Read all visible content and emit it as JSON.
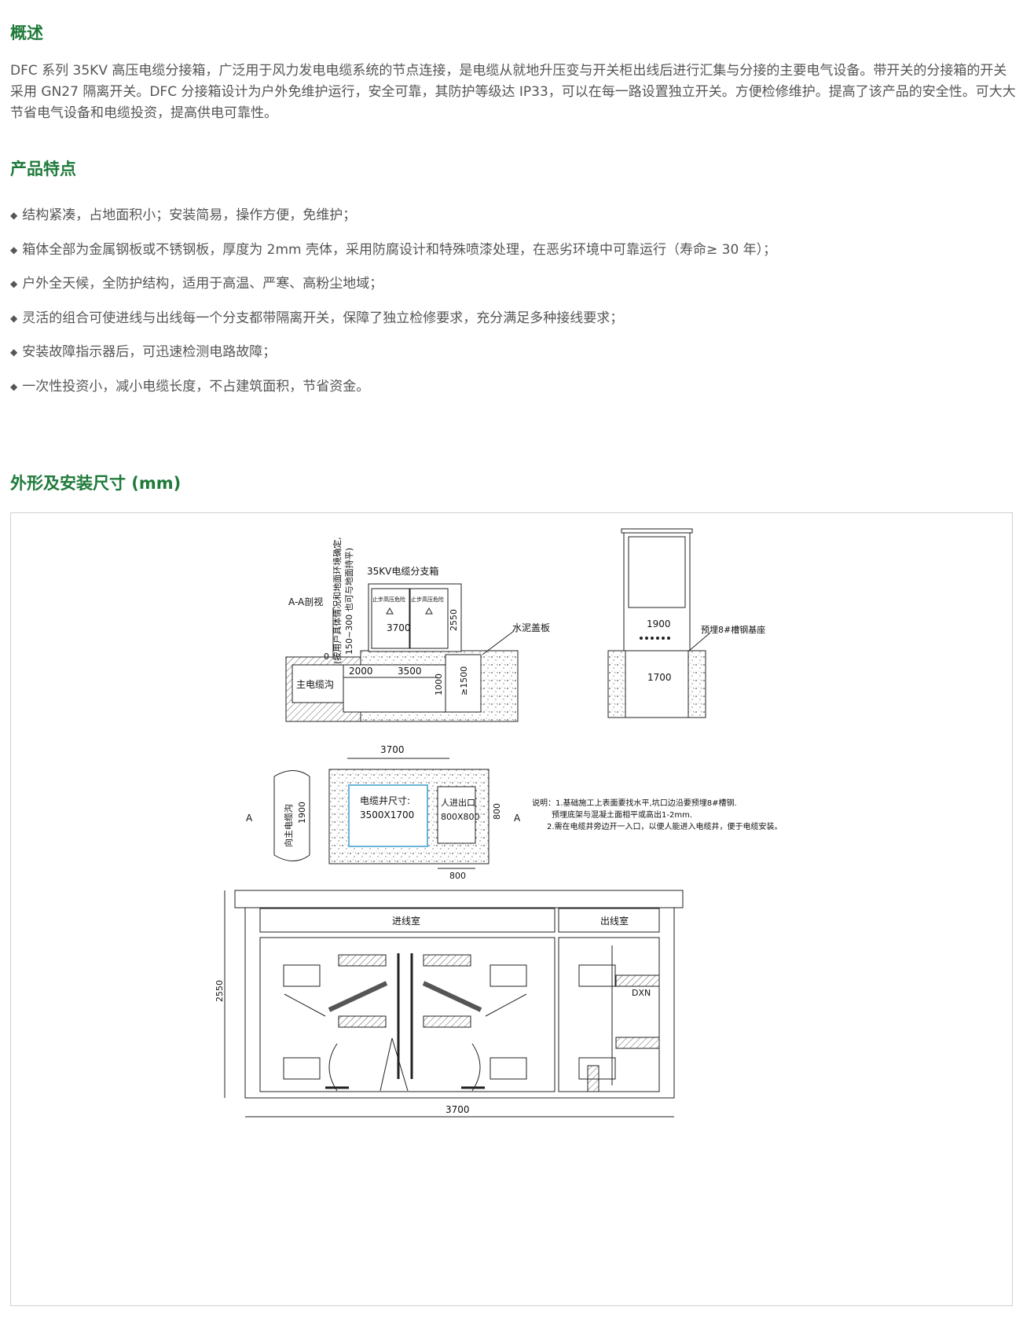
{
  "overview": {
    "title": "概述",
    "text": "DFC 系列 35KV 高压电缆分接箱，广泛用于风力发电电缆系统的节点连接，是电缆从就地升压变与开关柜出线后进行汇集与分接的主要电气设备。带开关的分接箱的开关采用 GN27 隔离开关。DFC 分接箱设计为户外免维护运行，安全可靠，其防护等级达 IP33，可以在每一路设置独立开关。方便检修维护。提高了该产品的安全性。可大大节省电气设备和电缆投资，提高供电可靠性。"
  },
  "features": {
    "title": "产品特点",
    "items": [
      "结构紧凑，占地面积小；安装简易，操作方便，免维护；",
      "箱体全部为金属钢板或不锈钢板，厚度为 2mm 壳体，采用防腐设计和特殊喷漆处理，在恶劣环境中可靠运行（寿命≥ 30 年）；",
      "户外全天候，全防护结构，适用于高温、严寒、高粉尘地域；",
      "灵活的组合可使进线与出线每一个分支都带隔离开关，保障了独立检修要求，充分满足多种接线要求；",
      "安装故障指示器后，可迅速检测电路故障；",
      "一次性投资小，减小电缆长度，不占建筑面积，节省资金。"
    ]
  },
  "dimensions": {
    "title": "外形及安装尺寸 (mm)",
    "drawing": {
      "section_view": {
        "label": "A-A剖视",
        "box_title": "35KV电缆分支箱",
        "warning_left": "止步高压危险",
        "warning_right": "止步高压危险",
        "width": "3700",
        "height": "2550",
        "note_vertical_1": "(按用户具体情况和地面环境确定,",
        "note_vertical_2": "150~300 也可与地面持平)",
        "zero": "0",
        "cement_cover": "水泥盖板",
        "main_trench": "主电缆沟",
        "dim_2000": "2000",
        "dim_3500": "3500",
        "dim_1000": "1000",
        "dim_1500": "≥1500"
      },
      "side_view": {
        "dim_1900": "1900",
        "dim_1700": "1700",
        "channel_steel": "预埋8#槽钢基座"
      },
      "plan_view": {
        "dim_top": "3700",
        "trench_label": "向主电缆沟",
        "dim_1900": "1900",
        "pit_size_label": "电缆井尺寸:",
        "pit_size": "3500X1700",
        "entrance_label": "人进出口",
        "entrance_size": "800X800",
        "dim_800_right": "800",
        "dim_800_bottom": "800",
        "a_left": "A",
        "a_right": "A",
        "note_1": "说明：1.基础施工上表面要找水平,坑口边沿要预埋8#槽钢.",
        "note_2": "预埋底架与混凝土面相平或高出1-2mm.",
        "note_3": "2.需在电缆井旁边开一入口，以便人能进入电缆井，便于电缆安装。"
      },
      "front_view": {
        "incoming_room": "进线室",
        "outgoing_room": "出线室",
        "dxn": "DXN",
        "height": "2550",
        "width": "3700"
      }
    }
  }
}
